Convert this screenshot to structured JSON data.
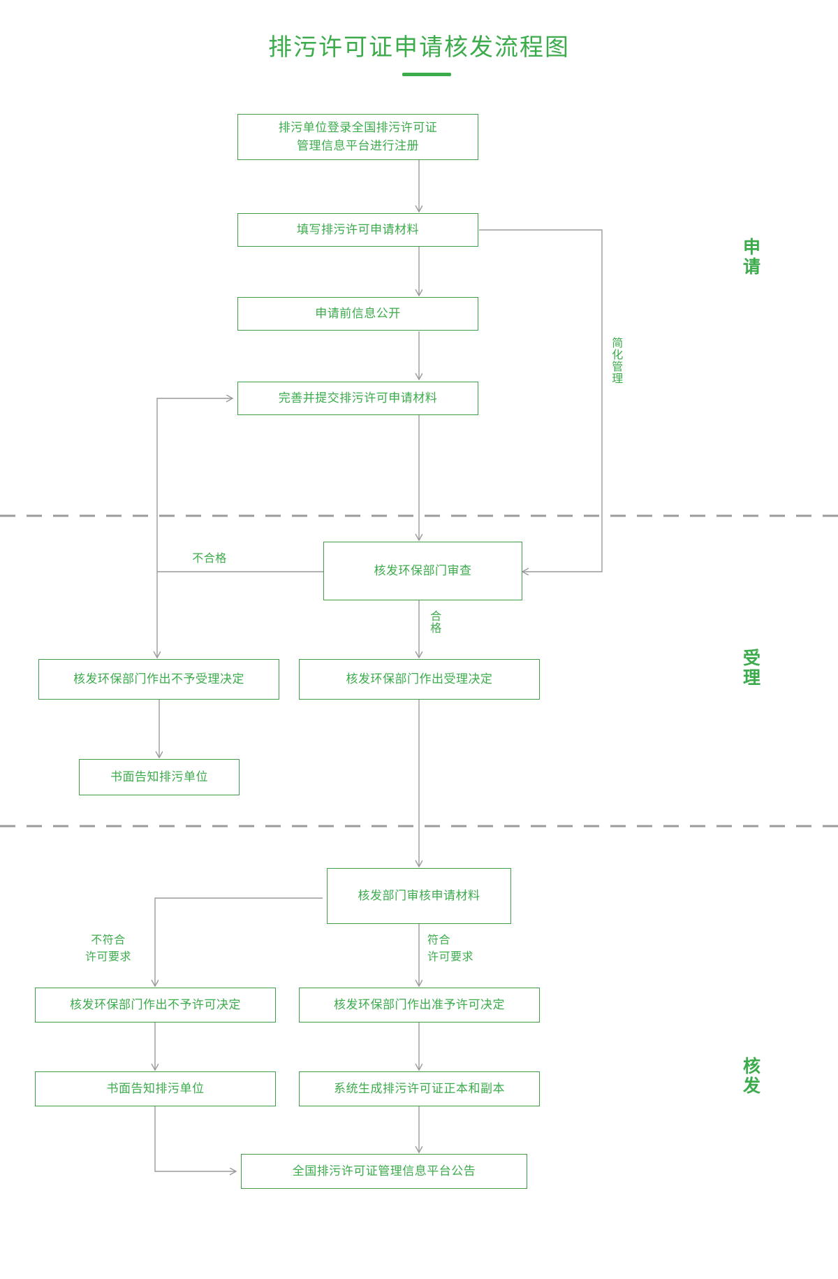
{
  "title": "排污许可证申请核发流程图",
  "theme": {
    "accent": "#3cab4c",
    "box_border": "#3f9c46",
    "connector": "#9a9a9a",
    "divider": "#9a9a9a",
    "background": "#ffffff"
  },
  "stages": [
    {
      "id": "stage-apply",
      "label": "申请"
    },
    {
      "id": "stage-accept",
      "label": "受理"
    },
    {
      "id": "stage-issue",
      "label": "核发"
    }
  ],
  "nodes": [
    {
      "id": "n1",
      "text": "排污单位登录全国排污许可证\n管理信息平台进行注册"
    },
    {
      "id": "n2",
      "text": "填写排污许可申请材料"
    },
    {
      "id": "n3",
      "text": "申请前信息公开"
    },
    {
      "id": "n4",
      "text": "完善并提交排污许可申请材料"
    },
    {
      "id": "n5",
      "text": "核发环保部门审查"
    },
    {
      "id": "n6",
      "text": "核发环保部门作出不予受理决定"
    },
    {
      "id": "n7",
      "text": "核发环保部门作出受理决定"
    },
    {
      "id": "n8",
      "text": "书面告知排污单位"
    },
    {
      "id": "n9",
      "text": "核发部门审核申请材料"
    },
    {
      "id": "n10",
      "text": "核发环保部门作出不予许可决定"
    },
    {
      "id": "n11",
      "text": "核发环保部门作出准予许可决定"
    },
    {
      "id": "n12",
      "text": "书面告知排污单位"
    },
    {
      "id": "n13",
      "text": "系统生成排污许可证正本和副本"
    },
    {
      "id": "n14",
      "text": "全国排污许可证管理信息平台公告"
    }
  ],
  "edge_labels": [
    {
      "id": "el-simplified",
      "text": "简化管理"
    },
    {
      "id": "el-fail",
      "text": "不合格"
    },
    {
      "id": "el-pass",
      "text": "合格"
    },
    {
      "id": "el-not-meet",
      "text": "不符合\n许可要求"
    },
    {
      "id": "el-meet",
      "text": "符合\n许可要求"
    }
  ]
}
